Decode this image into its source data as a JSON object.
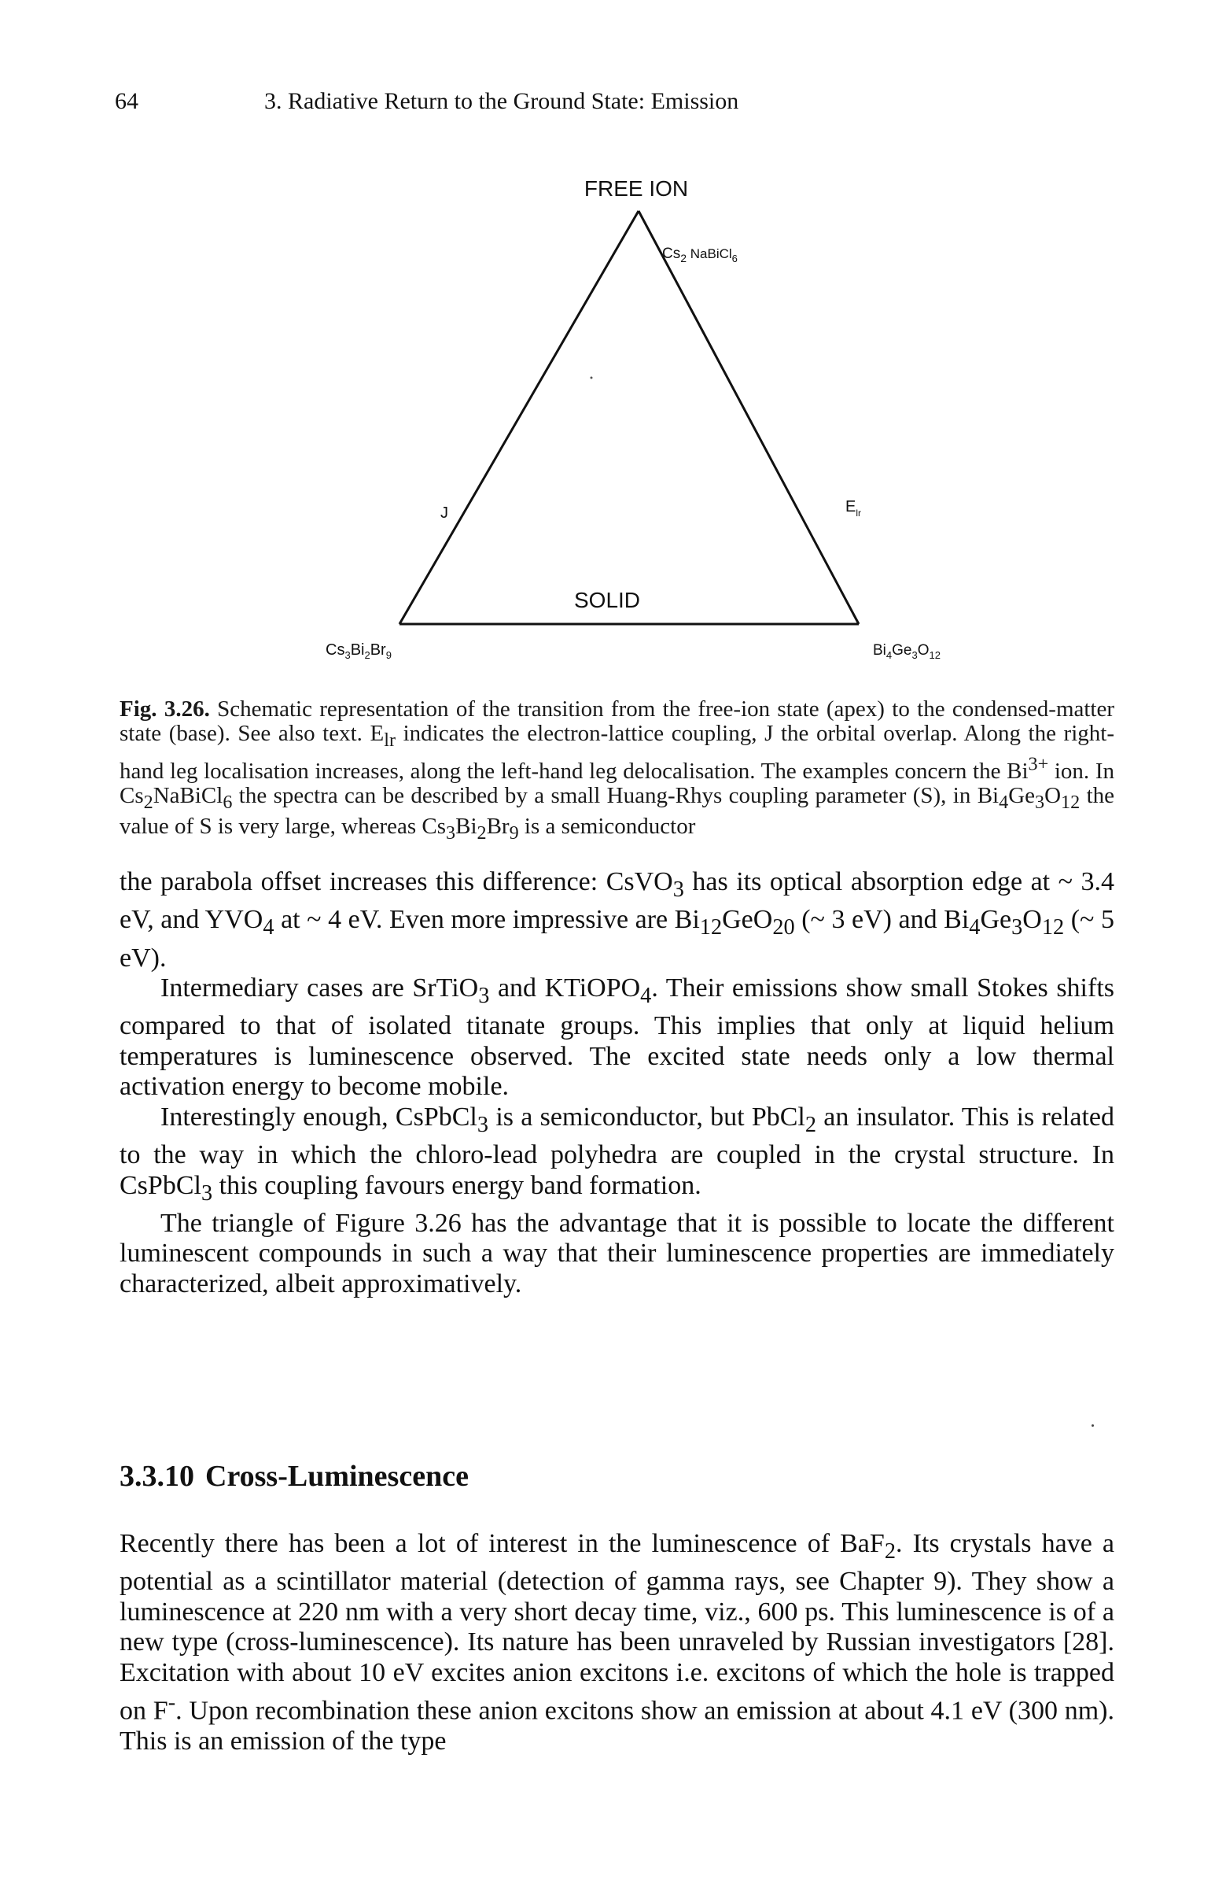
{
  "header": {
    "page_number": "64",
    "running_title": "3. Radiative Return to the Ground State: Emission"
  },
  "figure": {
    "apex_label": "FREE  ION",
    "base_label": "SOLID",
    "left_leg_label": "J",
    "right_leg_label": "E",
    "right_leg_label_sub": "lr",
    "apex_compound": "Cs",
    "apex_compound_sub": "2",
    "apex_compound_rest": " NaBiCl",
    "apex_compound_sub2": "6",
    "left_compound": "Cs",
    "left_compound_sub1": "3",
    "left_compound_mid": "Bi",
    "left_compound_sub2": "2",
    "left_compound_end": "Br",
    "left_compound_sub3": "9",
    "right_compound": "Bi",
    "right_compound_sub1": "4",
    "right_compound_mid": "Ge",
    "right_compound_sub2": "3",
    "right_compound_end": "O",
    "right_compound_sub3": "12"
  },
  "caption": {
    "label": "Fig. 3.26.",
    "text_html": "Schematic representation of the transition from the free-ion state (apex) to the condensed-matter state (base). See also text. E<sub>lr</sub> indicates the electron-lattice coupling, J the orbital overlap. Along the right-hand leg localisation increases, along the left-hand leg delocalisation. The examples concern the Bi<sup>3+</sup> ion. In Cs<sub>2</sub>NaBiCl<sub>6</sub> the spectra can be described by a small Huang-Rhys coupling parameter (S), in Bi<sub>4</sub>Ge<sub>3</sub>O<sub>12</sub> the value of S is very large, whereas Cs<sub>3</sub>Bi<sub>2</sub>Br<sub>9</sub> is a semiconductor"
  },
  "paragraphs_html": [
    "the parabola offset increases this difference: CsVO<sub>3</sub> has its optical absorption edge at ~ 3.4 eV, and YVO<sub>4</sub> at ~ 4 eV. Even more impressive are Bi<sub>12</sub>GeO<sub>20</sub> (~ 3 eV) and Bi<sub>4</sub>Ge<sub>3</sub>O<sub>12</sub> (~ 5 eV).",
    "Intermediary cases are SrTiO<sub>3</sub> and KTiOPO<sub>4</sub>. Their emissions show small Stokes shifts compared to that of isolated titanate groups. This implies that only at liquid helium temperatures is luminescence observed. The excited state needs only a low thermal activation energy to become mobile.",
    "Interestingly enough, CsPbCl<sub>3</sub> is a semiconductor, but PbCl<sub>2</sub> an insulator. This is related to the way in which the chloro-lead polyhedra are coupled in the crystal structure. In CsPbCl<sub>3</sub> this coupling favours energy band formation.",
    "The triangle of Figure 3.26 has the advantage that it is possible to locate the different luminescent compounds in such a way that their luminescence properties are immediately characterized, albeit approximatively."
  ],
  "section": {
    "number": "3.3.10",
    "title": "Cross-Luminescence"
  },
  "section_paragraph_html": "Recently there has been a lot of interest in the luminescence of BaF<sub>2</sub>. Its crystals have a potential as a scintillator material (detection of gamma rays, see Chapter 9). They show a luminescence at 220 nm with a very short decay time, viz., 600 ps. This luminescence is of a new type (cross-luminescence). Its nature has been unraveled by Russian investigators [28]. Excitation with about 10 eV excites anion excitons i.e. excitons of which the hole is trapped on F<sup>-</sup>. Upon recombination these anion excitons show an emission at about 4.1 eV (300 nm). This is an emission of the type"
}
